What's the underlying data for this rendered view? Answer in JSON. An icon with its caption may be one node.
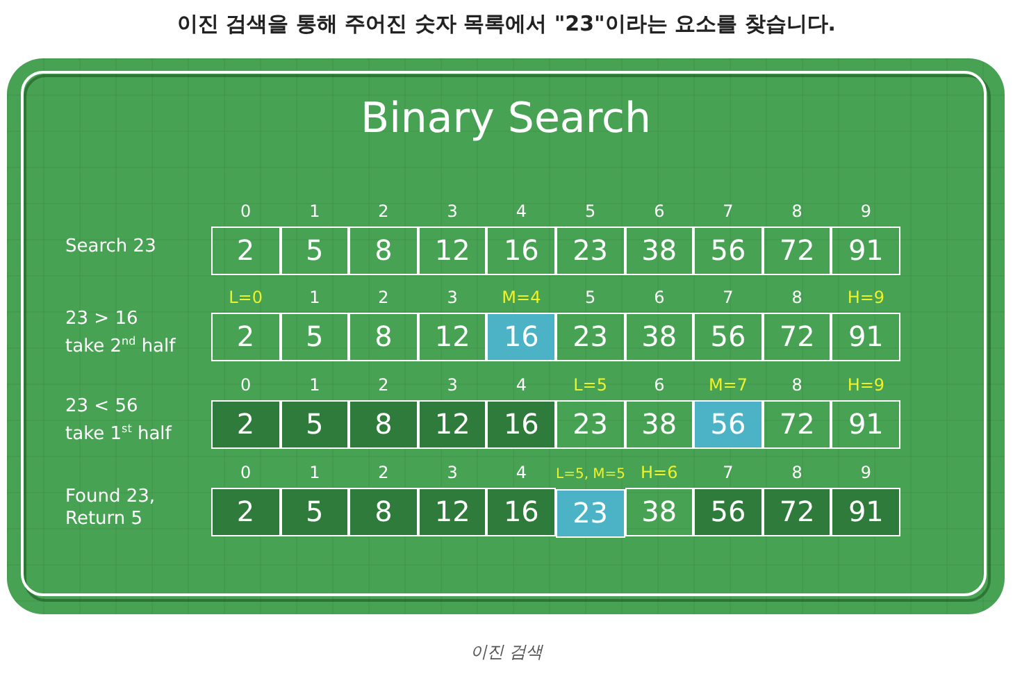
{
  "diagram": {
    "title": "이진 검색을 통해 주어진 숫자 목록에서 \"23\"이라는 요소를 찾습니다.",
    "caption": "이진 검색",
    "nodes": [
      {
        "text": [
          "Binary Search"
        ]
      },
      {
        "text": [
          "2"
        ],
        "in": 0,
        "beside": [
          "0"
        ]
      },
      {
        "text": [
          "5"
        ],
        "in": 0,
        "beside": [
          "1"
        ]
      },
      {
        "text": [
          "8"
        ],
        "in": 0,
        "beside": [
          "2"
        ]
      },
      {
        "text": [
          "12"
        ],
        "in": 0,
        "beside": [
          "3"
        ]
      },
      {
        "text": [
          "16"
        ],
        "in": 0,
        "beside": [
          "4"
        ]
      },
      {
        "text": [
          "23"
        ],
        "in": 0,
        "beside": [
          "5"
        ]
      },
      {
        "text": [
          "38"
        ],
        "in": 0,
        "beside": [
          "6"
        ]
      },
      {
        "text": [
          "56"
        ],
        "in": 0,
        "beside": [
          "7"
        ]
      },
      {
        "text": [
          "72"
        ],
        "in": 0,
        "beside": [
          "8"
        ]
      },
      {
        "text": [
          "91"
        ],
        "in": 0,
        "beside": [
          "9"
        ]
      },
      {
        "text": [
          "2"
        ],
        "in": 0,
        "beside": [
          "L=0"
        ]
      },
      {
        "text": [
          "5"
        ],
        "in": 0,
        "beside": [
          "1"
        ]
      },
      {
        "text": [
          "8"
        ],
        "in": 0,
        "beside": [
          "2"
        ]
      },
      {
        "text": [
          "12"
        ],
        "in": 0,
        "beside": [
          "3"
        ]
      },
      {
        "text": [
          "16"
        ],
        "in": 0,
        "beside": [
          "M=4"
        ]
      },
      {
        "text": [
          "23"
        ],
        "in": 0,
        "beside": [
          "5"
        ]
      },
      {
        "text": [
          "38"
        ],
        "in": 0,
        "beside": [
          "6"
        ]
      },
      {
        "text": [
          "56"
        ],
        "in": 0,
        "beside": [
          "7"
        ]
      },
      {
        "text": [
          "72"
        ],
        "in": 0,
        "beside": [
          "8"
        ]
      },
      {
        "text": [
          "91"
        ],
        "in": 0,
        "beside": [
          "H=9"
        ]
      },
      {
        "text": [
          "2"
        ],
        "in": 0,
        "beside": [
          "0"
        ]
      },
      {
        "text": [
          "5"
        ],
        "in": 0,
        "beside": [
          "1"
        ]
      },
      {
        "text": [
          "8"
        ],
        "in": 0,
        "beside": [
          "2"
        ]
      },
      {
        "text": [
          "12"
        ],
        "in": 0,
        "beside": [
          "3"
        ]
      },
      {
        "text": [
          "16"
        ],
        "in": 0,
        "beside": [
          "4"
        ]
      },
      {
        "text": [
          "23"
        ],
        "in": 0,
        "beside": [
          "L=5"
        ]
      },
      {
        "text": [
          "38"
        ],
        "in": 0,
        "beside": [
          "6"
        ]
      },
      {
        "text": [
          "56"
        ],
        "in": 0,
        "beside": [
          "M=7"
        ]
      },
      {
        "text": [
          "72"
        ],
        "in": 0,
        "beside": [
          "8"
        ]
      },
      {
        "text": [
          "91"
        ],
        "in": 0,
        "beside": [
          "H=9"
        ]
      },
      {
        "text": [
          "2"
        ],
        "in": 0,
        "beside": [
          "0"
        ]
      },
      {
        "text": [
          "5"
        ],
        "in": 0,
        "beside": [
          "1"
        ]
      },
      {
        "text": [
          "8"
        ],
        "in": 0,
        "beside": [
          "2"
        ]
      },
      {
        "text": [
          "12"
        ],
        "in": 0,
        "beside": [
          "3"
        ]
      },
      {
        "text": [
          "16"
        ],
        "in": 0,
        "beside": [
          "4"
        ]
      },
      {
        "text": [
          "23"
        ],
        "in": 0,
        "beside": [
          "L=5, M=5"
        ]
      },
      {
        "text": [
          "38"
        ],
        "in": 0,
        "beside": [
          "H=6"
        ]
      },
      {
        "text": [
          "56"
        ],
        "in": 0,
        "beside": [
          "7"
        ]
      },
      {
        "text": [
          "72"
        ],
        "in": 0,
        "beside": [
          "8"
        ]
      },
      {
        "text": [
          "91"
        ],
        "in": 0,
        "beside": [
          "9"
        ]
      }
    ],
    "labels": [
      "Search 23",
      "23 > 16 take 2$^{nd}$ half",
      "23 < 56 take 1$^{st}$ half",
      "Found 23, Return 5"
    ]
  }
}
